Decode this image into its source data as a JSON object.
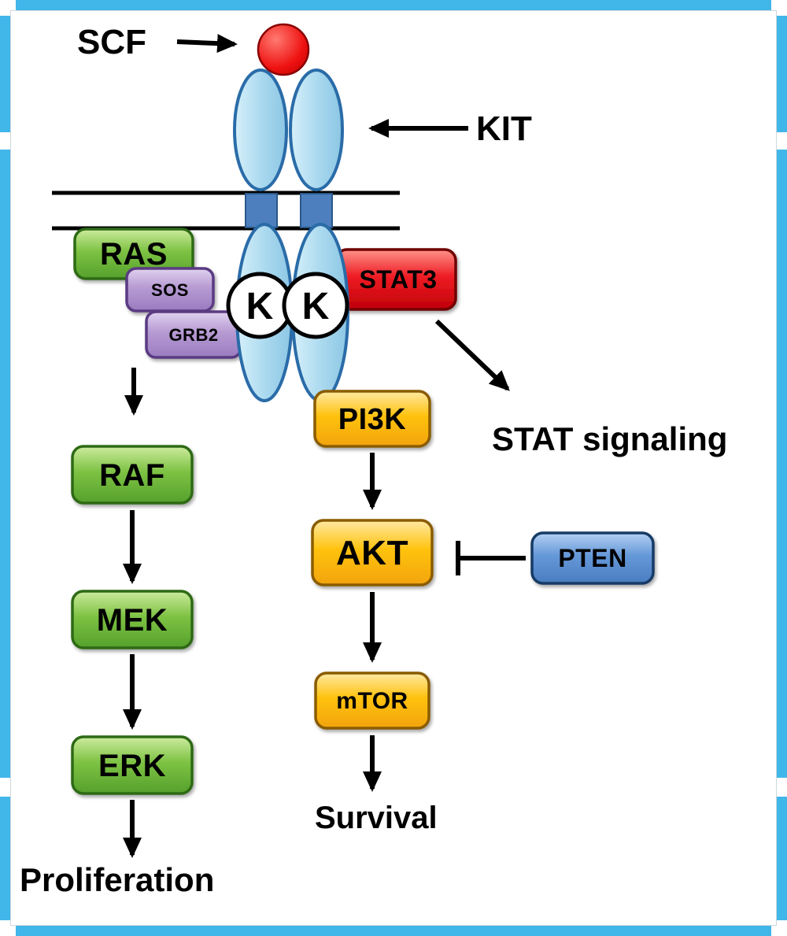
{
  "labels": {
    "scf": "SCF",
    "kit": "KIT",
    "kinase": "K",
    "stat_signaling": "STAT signaling",
    "proliferation": "Proliferation",
    "survival": "Survival"
  },
  "nodes": {
    "ras": "RAS",
    "sos": "SOS",
    "grb2": "GRB2",
    "stat3": "STAT3",
    "pi3k": "PI3K",
    "akt": "AKT",
    "mtor": "mTOR",
    "raf": "RAF",
    "mek": "MEK",
    "erk": "ERK",
    "pten": "PTEN"
  },
  "colors": {
    "frame": "#41b6e8",
    "green_node": "#7dc243",
    "purple_node": "#b69ad2",
    "red_node": "#ee1c24",
    "yellow_node": "#ffc20e",
    "blue_node": "#6598d8",
    "receptor_fill": "#a8d8ee",
    "receptor_border": "#2a6ca8",
    "ligand": "#ee1111",
    "arrow": "#000000"
  }
}
